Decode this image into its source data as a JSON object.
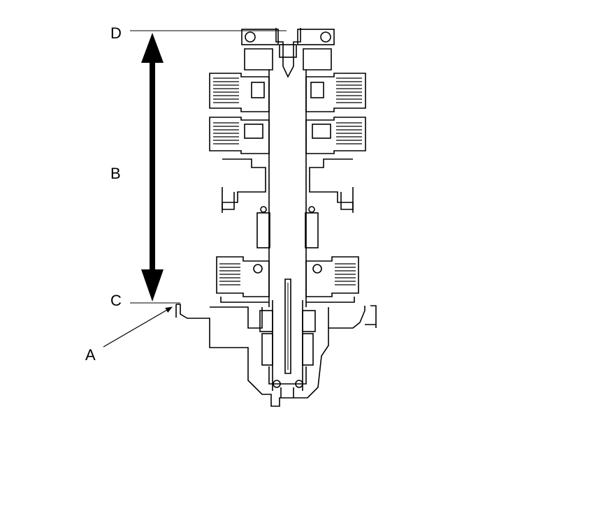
{
  "labels": {
    "A": "A",
    "B": "B",
    "C": "C",
    "D": "D"
  },
  "colors": {
    "stroke": "#000000",
    "background": "#ffffff"
  }
}
